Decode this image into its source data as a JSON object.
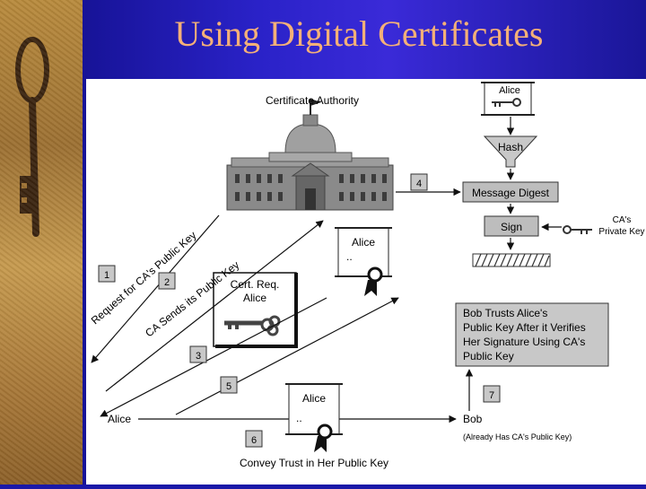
{
  "slide": {
    "title": "Using Digital Certificates"
  },
  "diagram": {
    "ca_label": "Certificate Authority",
    "alice_top": "Alice",
    "hash": "Hash",
    "message_digest": "Message Digest",
    "sign": "Sign",
    "ca_private_key": [
      "CA's",
      "Private Key"
    ],
    "cert_alice": "Alice",
    "cert_req": [
      "Cert. Req.",
      "Alice"
    ],
    "arrow_request": "Request for CA's Public Key",
    "arrow_sends": "CA Sends its Public Key",
    "bob_trusts": [
      "Bob Trusts Alice's",
      "Public Key After it Verifies",
      "Her Signature Using CA's",
      "Public Key"
    ],
    "alice": "Alice",
    "bob": "Bob",
    "bob_note": "(Already Has CA's Public Key)",
    "convey": "Convey Trust in Her Public Key",
    "cert_bottom": "Alice",
    "steps": [
      "1",
      "2",
      "3",
      "4",
      "5",
      "6",
      "7"
    ]
  }
}
